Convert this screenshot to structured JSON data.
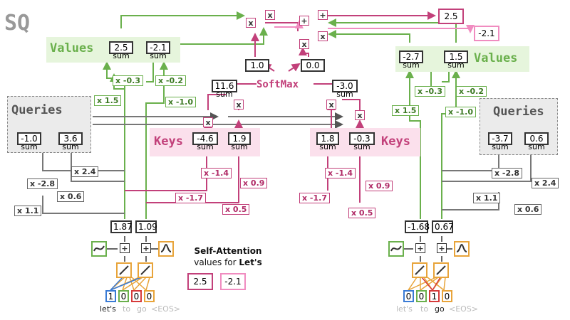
{
  "logo": "SQ",
  "softmax": "SoftMax",
  "titles": {
    "values": "Values",
    "queries": "Queries",
    "keys": "Keys"
  },
  "sum_label": "sum",
  "left": {
    "values": [
      "2.5",
      "-2.1"
    ],
    "value_weights": [
      "x -0.3",
      "x -0.2",
      "x 1.5",
      "x -1.0"
    ],
    "queries": [
      "-1.0",
      "3.6"
    ],
    "query_weights": [
      "x 2.4",
      "x -2.8",
      "x 0.6",
      "x 1.1"
    ],
    "keys": [
      "-4.6",
      "1.9"
    ],
    "key_weights": [
      "x -1.4",
      "x 0.9",
      "x -1.7",
      "x 0.5"
    ],
    "sims": [
      "11.6",
      "-3.0"
    ],
    "encoded": [
      "1.87",
      "1.09"
    ],
    "tokens": [
      "1",
      "0",
      "0",
      "0"
    ],
    "words": [
      "let's",
      "to",
      "go",
      "<EOS>"
    ]
  },
  "right": {
    "values": [
      "-2.7",
      "1.5"
    ],
    "value_weights": [
      "x -0.3",
      "x -0.2",
      "x 1.5",
      "x -1.0"
    ],
    "queries": [
      "-3.7",
      "0.6"
    ],
    "query_weights": [
      "x -2.8",
      "x 2.4",
      "x 1.1",
      "x 0.6"
    ],
    "keys": [
      "1.8",
      "-0.3"
    ],
    "key_weights": [
      "x -1.4",
      "x 0.9",
      "x -1.7",
      "x 0.5"
    ],
    "encoded": [
      "-1.68",
      "0.67"
    ],
    "tokens": [
      "0",
      "0",
      "1",
      "0"
    ],
    "words": [
      "let's",
      "to",
      "go",
      "<EOS>"
    ]
  },
  "softmax_outputs": [
    "1.0",
    "0.0"
  ],
  "outputs": [
    "2.5",
    "-2.1"
  ],
  "ops": {
    "mult": "x",
    "add": "+"
  },
  "caption": {
    "line1": "Self-Attention",
    "line2": "values for ",
    "word": "Let's"
  },
  "caption_values": [
    "2.5",
    "-2.1"
  ],
  "colors": {
    "green": "#6ab04c",
    "pink": "#c2407a",
    "light_pink": "#f08cc0",
    "orange": "#e8a43a",
    "blue": "#3a7bd5",
    "red": "#d63b3b",
    "gray": "#555555"
  }
}
